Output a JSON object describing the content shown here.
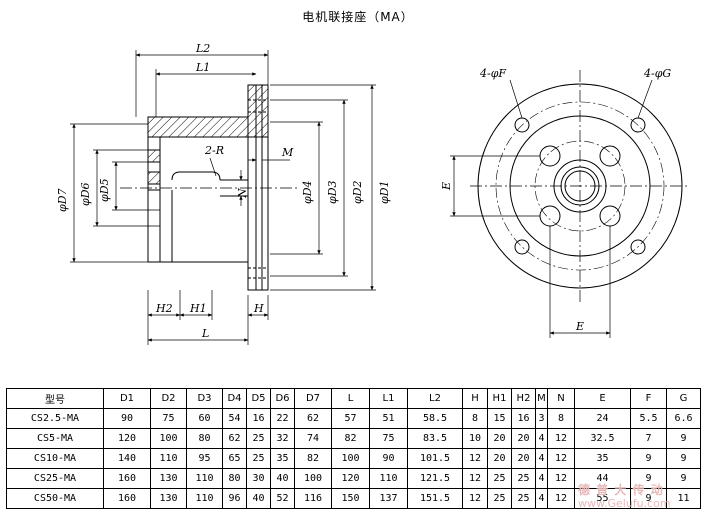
{
  "title": "电机联接座（MA）",
  "labels": {
    "L2": "L2",
    "L1": "L1",
    "R": "2-R",
    "M": "M",
    "N": "N",
    "D7": "φD7",
    "D6": "φD6",
    "D5": "φD5",
    "D4": "φD4",
    "D3": "φD3",
    "D2": "φD2",
    "D1": "φD1",
    "H2": "H2",
    "H1": "H1",
    "H": "H",
    "L": "L",
    "F": "4-φF",
    "G": "4-φG",
    "E_v": "E",
    "E_h": "E"
  },
  "table": {
    "headers": [
      "型号",
      "D1",
      "D2",
      "D3",
      "D4",
      "D5",
      "D6",
      "D7",
      "L",
      "L1",
      "L2",
      "H",
      "H1",
      "H2",
      "M",
      "N",
      "E",
      "F",
      "G"
    ],
    "rows": [
      [
        "CS2.5-MA",
        "90",
        "75",
        "60",
        "54",
        "16",
        "22",
        "62",
        "57",
        "51",
        "58.5",
        "8",
        "15",
        "16",
        "3",
        "8",
        "24",
        "5.5",
        "6.6"
      ],
      [
        "CS5-MA",
        "120",
        "100",
        "80",
        "62",
        "25",
        "32",
        "74",
        "82",
        "75",
        "83.5",
        "10",
        "20",
        "20",
        "4",
        "12",
        "32.5",
        "7",
        "9"
      ],
      [
        "CS10-MA",
        "140",
        "110",
        "95",
        "65",
        "25",
        "35",
        "82",
        "100",
        "90",
        "101.5",
        "12",
        "20",
        "20",
        "4",
        "12",
        "35",
        "9",
        "9"
      ],
      [
        "CS25-MA",
        "160",
        "130",
        "110",
        "80",
        "30",
        "40",
        "100",
        "120",
        "110",
        "121.5",
        "12",
        "25",
        "25",
        "4",
        "12",
        "44",
        "9",
        "9"
      ],
      [
        "CS50-MA",
        "160",
        "130",
        "110",
        "96",
        "40",
        "52",
        "116",
        "150",
        "137",
        "151.5",
        "12",
        "25",
        "25",
        "4",
        "12",
        "55",
        "9",
        "11"
      ]
    ]
  },
  "watermark": {
    "brand": "德 普 大 传 动",
    "site": "www.Gelufu.com"
  }
}
